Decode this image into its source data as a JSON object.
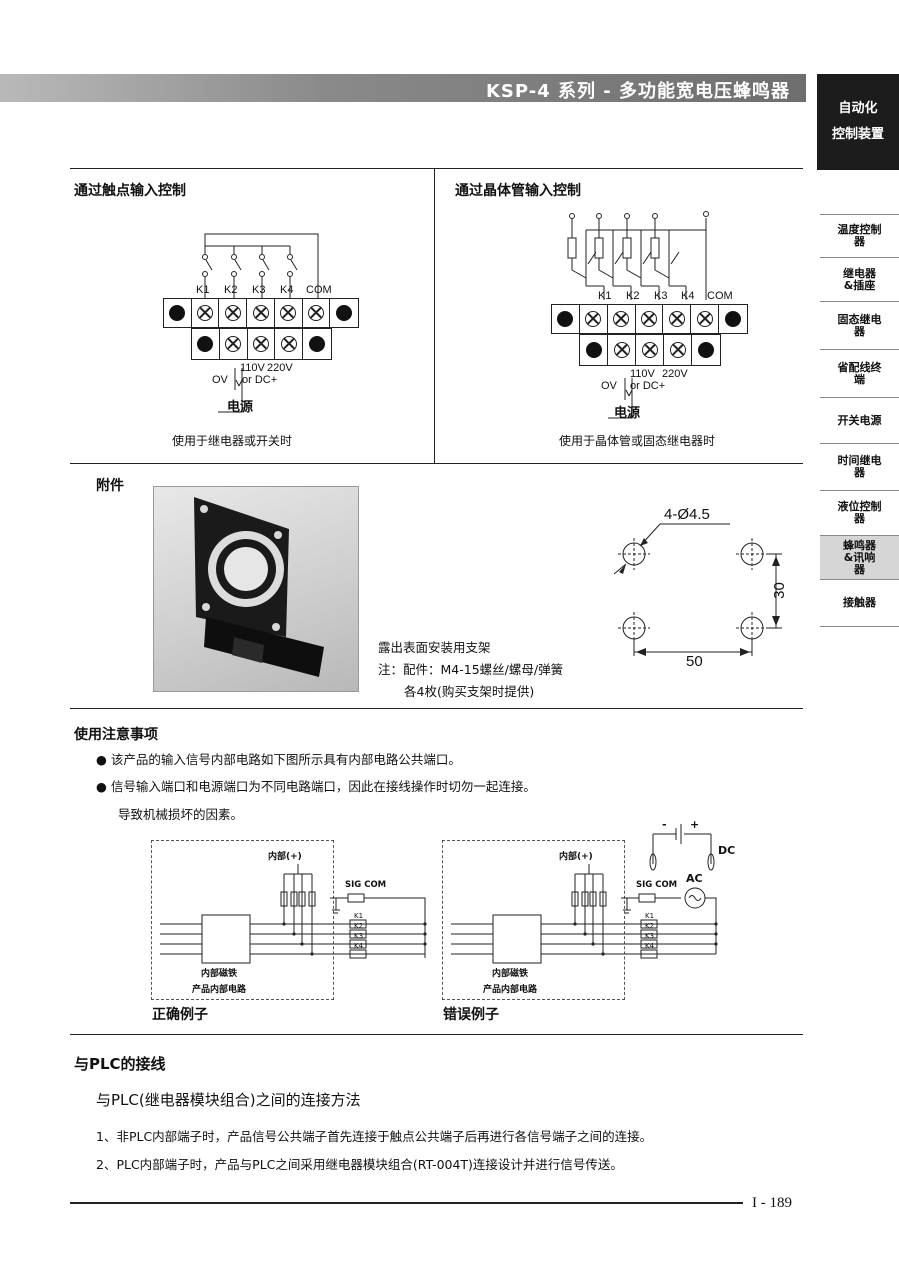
{
  "header": {
    "title": "KSP-4 系列 - 多功能宽电压蜂鸣器"
  },
  "side_tab": {
    "line1": "自动化",
    "line2": "控制装置"
  },
  "side_nav": [
    {
      "label": "温度控制器"
    },
    {
      "label": "继电器&插座"
    },
    {
      "label": "固态继电器"
    },
    {
      "label": "省配线终端"
    },
    {
      "label": "开关电源"
    },
    {
      "label": "时间继电器"
    },
    {
      "label": "液位控制器"
    },
    {
      "label": "蜂鸣器&讯响器"
    },
    {
      "label": "接触器"
    }
  ],
  "contact": {
    "title": "通过触点输入控制",
    "terminals": [
      "K1",
      "K2",
      "K3",
      "K4",
      "COM"
    ],
    "v_labels": {
      "v110": "110V",
      "v220": "220V",
      "ov": "OV",
      "or_dc": "or DC+"
    },
    "power": "电源",
    "caption": "使用于继电器或开关时"
  },
  "transistor": {
    "title": "通过晶体管输入控制",
    "terminals": [
      "K1",
      "K2",
      "K3",
      "K4",
      "COM"
    ],
    "v_labels": {
      "v110": "110V",
      "v220": "220V",
      "ov": "OV",
      "or_dc": "or DC+"
    },
    "power": "电源",
    "caption": "使用于晶体管或固态继电器时"
  },
  "accessory": {
    "title": "附件",
    "desc": "露出表面安装用支架",
    "note1": "注：配件：M4-15螺丝/螺母/弹簧",
    "note2": "各4枚(购买支架时提供)",
    "hole_label": "4-Ø4.5",
    "dim_v": "30",
    "dim_h": "50"
  },
  "notice": {
    "title": "使用注意事项",
    "bullet1": "该产品的输入信号内部电路如下图所示具有内部电路公共端口。",
    "bullet2": "信号输入端口和电源端口为不同电路端口，因此在接线操作时切勿一起连接。",
    "bullet2b": "导致机械损坏的因素。",
    "diagram": {
      "internal_plus": "内部(+)",
      "sig_com": "SIG COM",
      "k_labels": [
        "K1",
        "K2",
        "K3",
        "K4"
      ],
      "magnet": "内部磁铁",
      "product_circuit": "产品内部电路",
      "correct": "正确例子",
      "wrong": "错误例子",
      "minus": "-",
      "plus": "+",
      "dc": "DC",
      "ac": "AC"
    }
  },
  "plc": {
    "title": "与PLC的接线",
    "subtitle": "与PLC(继电器模块组合)之间的连接方法",
    "item1": "1、非PLC内部端子时，产品信号公共端子首先连接于触点公共端子后再进行各信号端子之间的连接。",
    "item2": "2、PLC内部端子时，产品与PLC之间采用继电器模块组合(RT-004T)连接设计并进行信号传送。"
  },
  "footer": {
    "page": "I - 189"
  }
}
